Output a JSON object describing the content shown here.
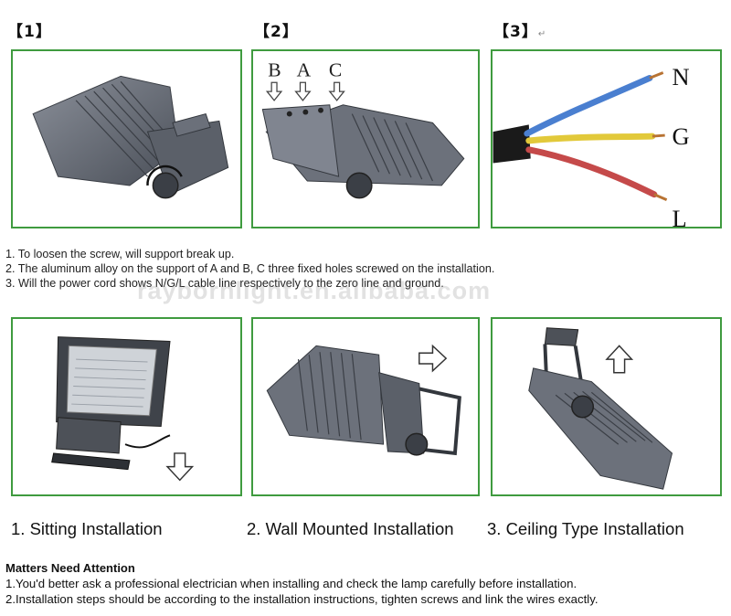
{
  "steps": {
    "s1": "【1】",
    "s2": "【2】",
    "s3": "【3】",
    "s3_mark": "↵"
  },
  "diagram_labels": {
    "b": "B",
    "a": "A",
    "c": "C",
    "n": "N",
    "g": "G",
    "l": "L"
  },
  "wire_colors": {
    "blue": "#4a7fd0",
    "yellow": "#e2c93a",
    "red": "#c54a4a",
    "sheath": "#1a1a1a"
  },
  "notes": [
    "1. To loosen the screw, will support break up.",
    "2. The aluminum alloy on the support of A and B, C three fixed holes screwed on the installation.",
    "3. Will the power cord shows N/G/L cable line respectively to the zero line and ground."
  ],
  "watermark": "raybornlight.en.alibaba.com",
  "captions": {
    "sitting": "1. Sitting Installation",
    "wall": "2. Wall Mounted Installation",
    "ceiling": "3. Ceiling Type Installation"
  },
  "attention": {
    "title": "Matters Need Attention",
    "items": [
      "1.You'd better ask a professional electrician when installing and check the lamp carefully before installation.",
      "2.Installation steps should be according to the installation instructions, tighten screws and link the wires exactly."
    ]
  }
}
